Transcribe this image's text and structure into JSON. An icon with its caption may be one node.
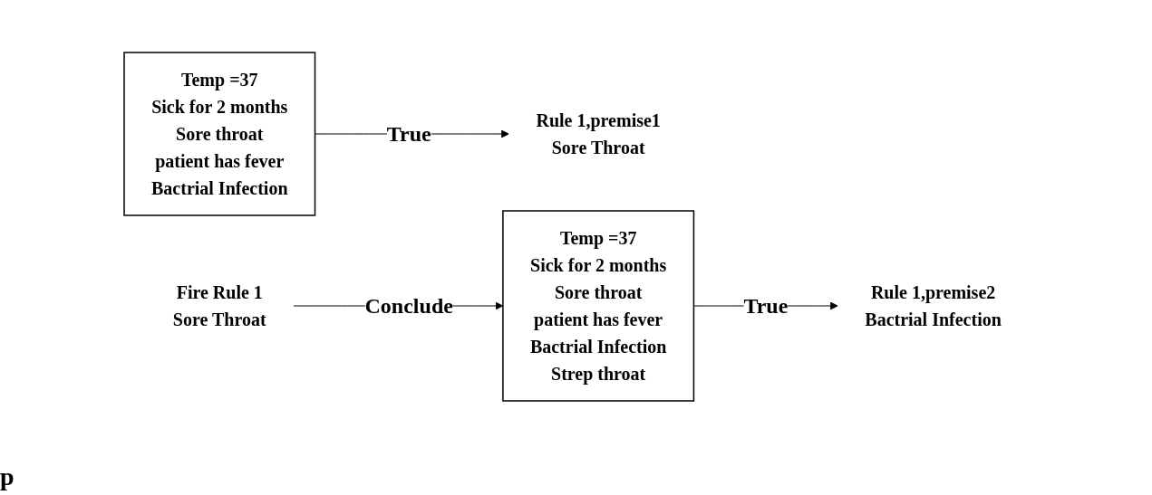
{
  "diagram": {
    "nodes": [
      {
        "text": [
          "Rule 1,premise1",
          "Sore Throat"
        ]
      },
      {
        "text": [
          "Temp =37",
          "Sick for 2 months",
          "Sore throat",
          "patient has fever",
          "Bactrial Infection"
        ]
      },
      {
        "text": [
          "Rule 1,premise2",
          "Bactrial Infection"
        ]
      },
      {
        "text": [
          "Fire Rule 1",
          "Sore Throat"
        ]
      },
      {
        "text": [
          "Temp =37",
          "Sick for 2 months",
          "Sore throat",
          "patient has fever",
          "Bactrial Infection",
          "Strep throat"
        ]
      }
    ],
    "edges": [
      {
        "from": 1,
        "to": 0,
        "arrow": "to",
        "label": "True"
      },
      {
        "from": 4,
        "to": 2,
        "arrow": "to",
        "label": "True"
      },
      {
        "from": 3,
        "to": 4,
        "arrow": "to",
        "label": "Conclude"
      }
    ],
    "labels": [
      "p"
    ]
  }
}
